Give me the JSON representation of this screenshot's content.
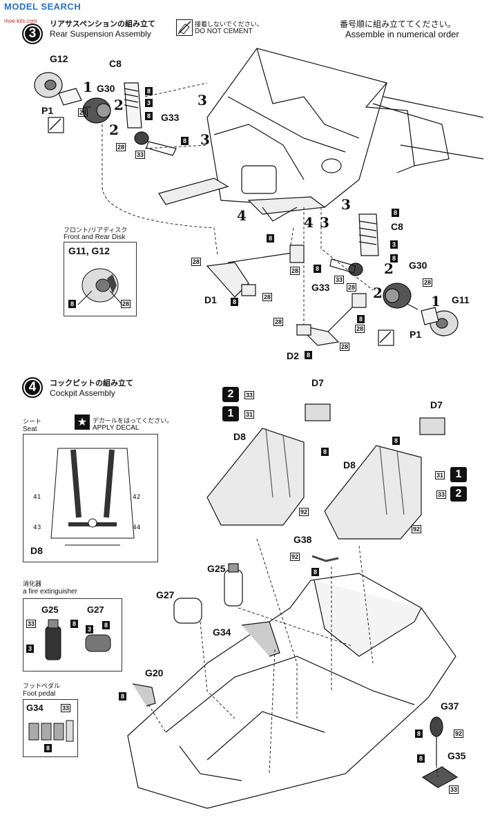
{
  "watermark": {
    "brand": "MODEL SEARCH",
    "url": "moe-kits.com"
  },
  "header": {
    "nocement_jp": "接着しないでください。",
    "nocement_en": "DO NOT CEMENT",
    "order_jp": "番号順に組み立ててください。",
    "order_en": "Assemble in numerical order"
  },
  "step3": {
    "number": "3",
    "title_jp": "リアサスペンションの組み立て",
    "title_en": "Rear Suspension Assembly",
    "parts": {
      "g12": "G12",
      "g30": "G30",
      "c8": "C8",
      "p1": "P1",
      "g33": "G33",
      "d1": "D1",
      "d2": "D2",
      "c8b": "C8",
      "g30b": "G30",
      "g33b": "G33",
      "g11": "G11",
      "p1b": "P1"
    },
    "seq": {
      "one": "1",
      "two": "2",
      "three": "3",
      "four": "4"
    },
    "inset": {
      "title_jp": "フロント/リアディスク",
      "title_en": "Front and Rear Disk",
      "parts": "G11, G12"
    },
    "paint": {
      "p8": "8",
      "p3": "3",
      "p28": "28",
      "p33": "33"
    }
  },
  "step4": {
    "number": "4",
    "title_jp": "コックピットの組み立て",
    "title_en": "Cockpit Assembly",
    "seat_panel": {
      "title_jp": "シート",
      "title_en": "Seat",
      "decal_jp": "デカールをはってください。",
      "decal_en": "APPLY DECAL",
      "part": "D8",
      "decals": [
        "41",
        "42",
        "43",
        "44"
      ]
    },
    "ext_panel": {
      "title_jp": "消化器",
      "title_en": "a fire extinguisher",
      "g25": "G25",
      "g27": "G27"
    },
    "pedal_panel": {
      "title_jp": "フットペダル",
      "title_en": "Foot pedal",
      "g34": "G34"
    },
    "parts": {
      "d7a": "D7",
      "d7b": "D7",
      "d8a": "D8",
      "d8b": "D8",
      "g38": "G38",
      "g25": "G25",
      "g27": "G27",
      "g34": "G34",
      "g20": "G20",
      "g37": "G37",
      "g35": "G35"
    },
    "paint": {
      "p31": "31",
      "p92": "92",
      "p33": "33",
      "p8": "8",
      "p3": "3"
    },
    "seq": {
      "one": "1",
      "two": "2"
    }
  }
}
